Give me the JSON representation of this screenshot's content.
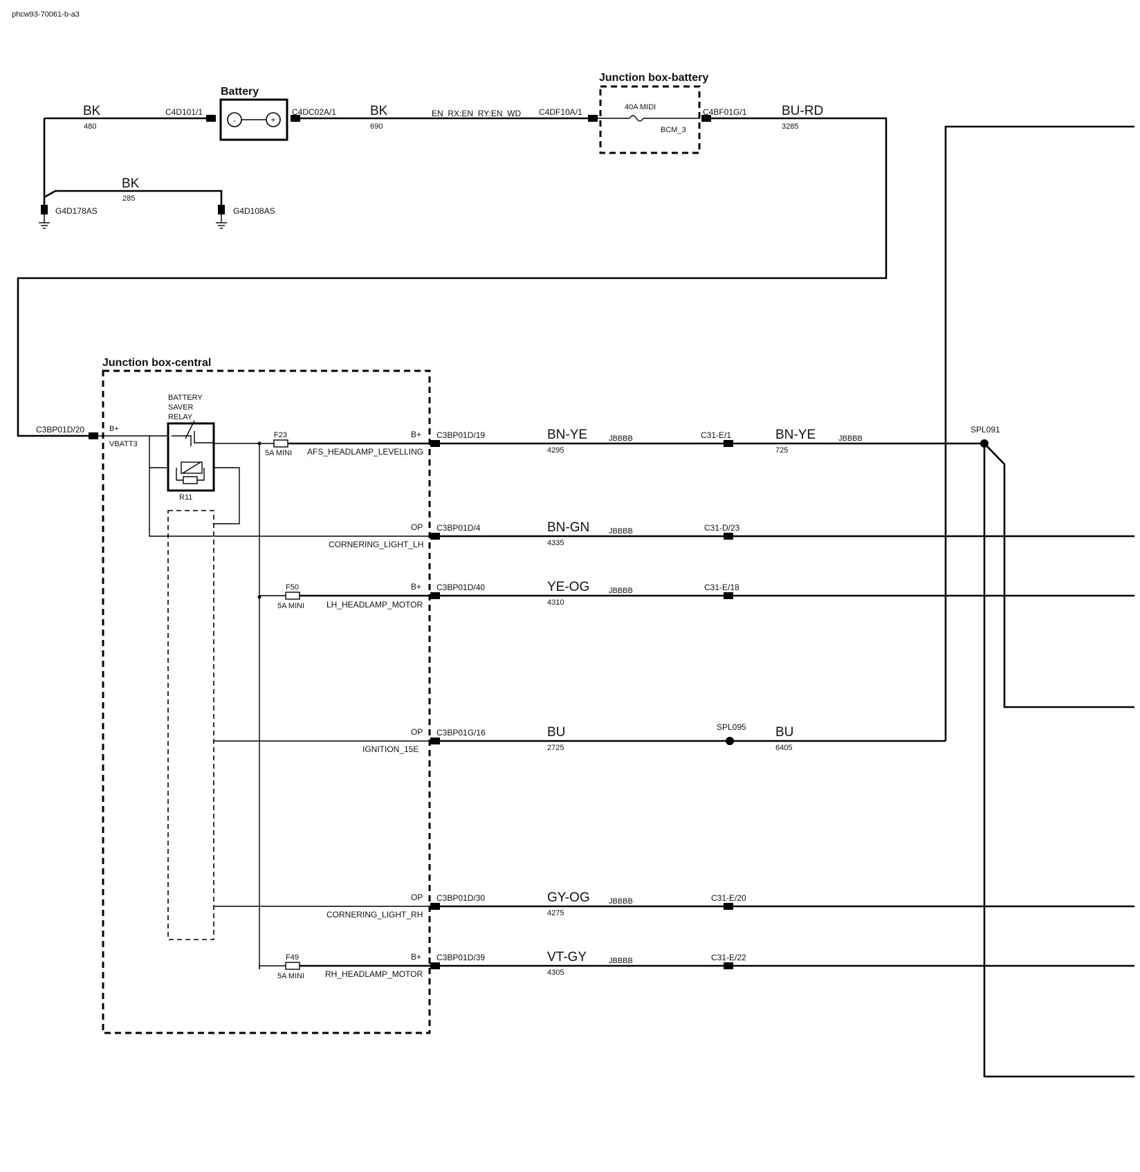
{
  "doc_id": "phcw93-70061-b-a3",
  "boxes": {
    "battery": "Battery",
    "jb_battery": "Junction box-battery",
    "jb_central": "Junction box-central"
  },
  "top_circuit": {
    "wire1_color": "BK",
    "wire1_num": "480",
    "c1": "C4D101/1",
    "c2": "C4DC02A/1",
    "wire2_color": "BK",
    "wire2_num": "690",
    "signal": "EN_RX:EN_RY:EN_WD",
    "c3": "C4DF10A/1",
    "fuse_rating": "40A MIDI",
    "fuse_name": "BCM_3",
    "c4": "C4BF01G/1",
    "wire3_color": "BU-RD",
    "wire3_num": "3285",
    "gnd_wire_color": "BK",
    "gnd_wire_num": "285",
    "gnd1": "G4D178AS",
    "gnd2": "G4D108AS",
    "battery_neg": "-",
    "battery_pos": "+"
  },
  "central": {
    "in_conn": "C3BP01D/20",
    "in_pin": "B+",
    "in_sig": "VBATT3",
    "relay_label_1": "BATTERY",
    "relay_label_2": "SAVER",
    "relay_label_3": "RELAY",
    "relay_id": "R11"
  },
  "circuits": [
    {
      "fuse": "F23",
      "fuse_rating": "5A MINI",
      "pin": "B+",
      "signal": "AFS_HEADLAMP_LEVELLING",
      "conn": "C3BP01D/19",
      "color": "BN-YE",
      "num": "4295",
      "type": "JBBBB",
      "conn2": "C31-E/1",
      "color2": "BN-YE",
      "num2": "725",
      "type2": "JBBBB",
      "splice": "SPL091"
    },
    {
      "pin": "OP",
      "signal": "CORNERING_LIGHT_LH",
      "conn": "C3BP01D/4",
      "color": "BN-GN",
      "num": "4335",
      "type": "JBBBB",
      "conn2": "C31-D/23"
    },
    {
      "fuse": "F50",
      "fuse_rating": "5A MINI",
      "pin": "B+",
      "signal": "LH_HEADLAMP_MOTOR",
      "conn": "C3BP01D/40",
      "color": "YE-OG",
      "num": "4310",
      "type": "JBBBB",
      "conn2": "C31-E/18"
    },
    {
      "pin": "OP",
      "signal": "IGNITION_15E",
      "conn": "C3BP01G/16",
      "color": "BU",
      "num": "2725",
      "splice": "SPL095",
      "color2": "BU",
      "num2": "6405"
    },
    {
      "pin": "OP",
      "signal": "CORNERING_LIGHT_RH",
      "conn": "C3BP01D/30",
      "color": "GY-OG",
      "num": "4275",
      "type": "JBBBB",
      "conn2": "C31-E/20"
    },
    {
      "fuse": "F49",
      "fuse_rating": "5A MINI",
      "pin": "B+",
      "signal": "RH_HEADLAMP_MOTOR",
      "conn": "C3BP01D/39",
      "color": "VT-GY",
      "num": "4305",
      "type": "JBBBB",
      "conn2": "C31-E/22"
    }
  ]
}
